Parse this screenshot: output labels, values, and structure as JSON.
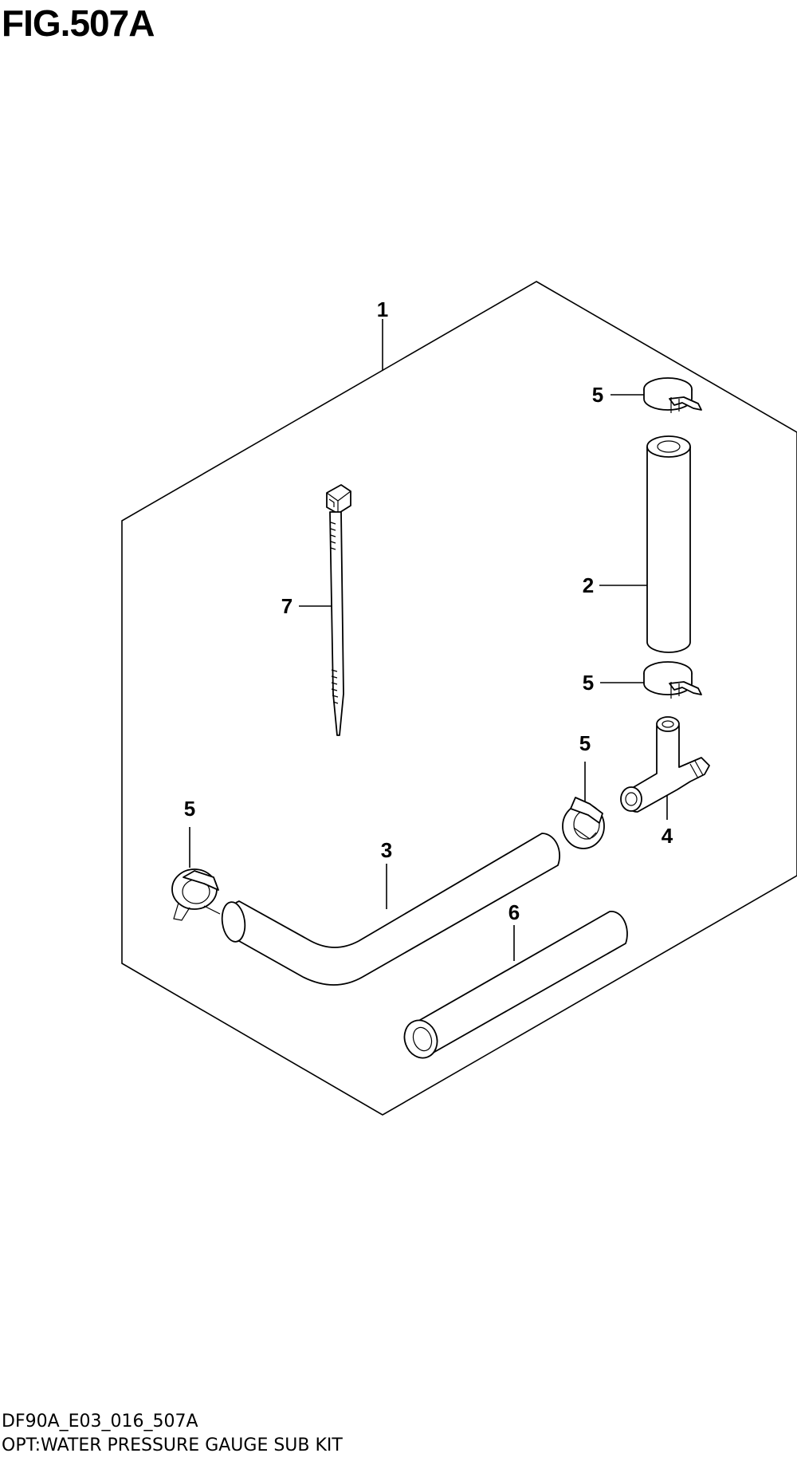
{
  "figure": {
    "title": "FIG.507A",
    "code": "DF90A_E03_016_507A",
    "description": "OPT:WATER PRESSURE GAUGE SUB KIT"
  },
  "callouts": {
    "kit": "1",
    "hose_vertical": "2",
    "hose_bent": "3",
    "fitting": "4",
    "clip_top": "5",
    "clip_middle": "5",
    "clip_right": "5",
    "clip_left": "5",
    "hose_straight": "6",
    "cable_tie": "7"
  },
  "colors": {
    "line": "#000000",
    "background": "#ffffff"
  }
}
